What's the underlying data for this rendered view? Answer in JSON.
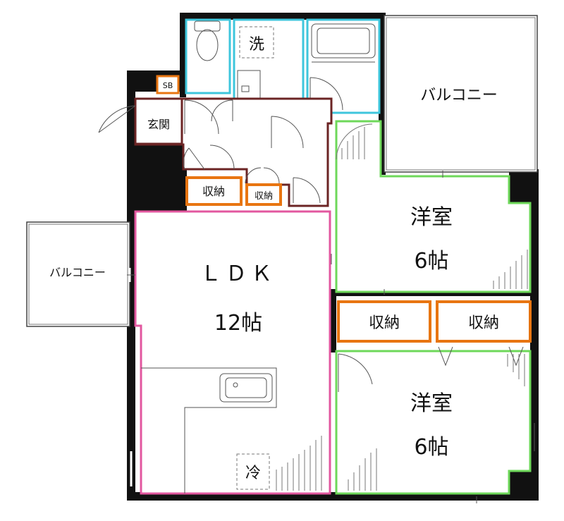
{
  "labels": {
    "ldk_name": "ＬＤＫ",
    "ldk_size": "12帖",
    "bedroom1_name": "洋室",
    "bedroom1_size": "6帖",
    "bedroom2_name": "洋室",
    "bedroom2_size": "6帖",
    "balcony_east": "バルコニー",
    "balcony_west": "バルコニー",
    "storage_hall": "収納",
    "storage_hall_small": "収納",
    "storage_mid_left": "収納",
    "storage_mid_right": "収納",
    "washer": "洗",
    "fridge": "冷",
    "entrance": "玄関",
    "shoebox": "SB"
  },
  "colors": {
    "wall": "#111111",
    "wet_area": "#3ec6dc",
    "entrance_hall": "#6b2424",
    "storage": "#e87511",
    "ldk": "#e2579f",
    "bedroom": "#6ed85a"
  }
}
